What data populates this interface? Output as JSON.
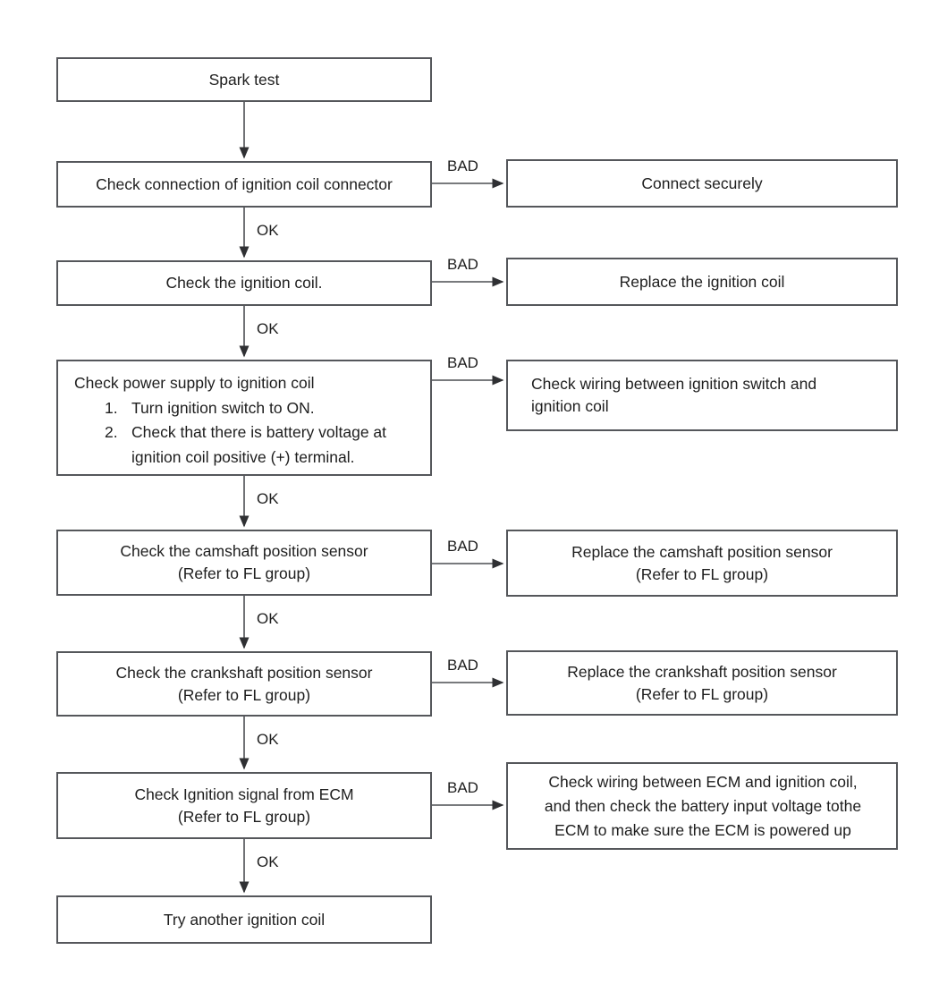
{
  "diagram": {
    "type": "flowchart",
    "topic": "Spark test ignition troubleshooting",
    "colors": {
      "background": "#ffffff",
      "box_border": "#55575b",
      "line": "#4c4e52",
      "text": "#1e1e1e"
    }
  },
  "connector_labels": {
    "ok": "OK",
    "bad": "BAD"
  },
  "nodes": {
    "spark_test": {
      "text": "Spark test"
    },
    "check_connector": {
      "text": "Check connection of ignition coil connector"
    },
    "connect_securely": {
      "text": "Connect securely"
    },
    "check_coil": {
      "text": "Check the ignition coil."
    },
    "replace_coil": {
      "text": "Replace the ignition coil"
    },
    "check_power": {
      "title": "Check power supply to ignition coil",
      "steps": [
        {
          "num": "1.",
          "lines": [
            "Turn ignition switch to ON."
          ]
        },
        {
          "num": "2.",
          "lines": [
            "Check that there is battery voltage at",
            "ignition coil positive (+) terminal."
          ]
        }
      ]
    },
    "check_wiring_switch": {
      "line1": "Check wiring between ignition switch and",
      "line2": "ignition coil"
    },
    "check_camshaft": {
      "line1": "Check the camshaft position sensor",
      "line2": "(Refer to FL group)"
    },
    "replace_camshaft": {
      "line1": "Replace the camshaft position sensor",
      "line2": "(Refer to FL group)"
    },
    "check_crankshaft": {
      "line1": "Check the crankshaft position sensor",
      "line2": "(Refer to FL group)"
    },
    "replace_crankshaft": {
      "line1": "Replace the crankshaft position sensor",
      "line2": "(Refer to FL group)"
    },
    "check_ignition_signal": {
      "line1": "Check Ignition signal from ECM",
      "line2": "(Refer to FL group)"
    },
    "check_wiring_ecm": {
      "line1": "Check wiring between ECM and ignition coil,",
      "line2": "and then check the battery input voltage tothe",
      "line3": "ECM to make sure the ECM is powered up"
    },
    "try_another_coil": {
      "text": "Try another ignition coil"
    }
  }
}
